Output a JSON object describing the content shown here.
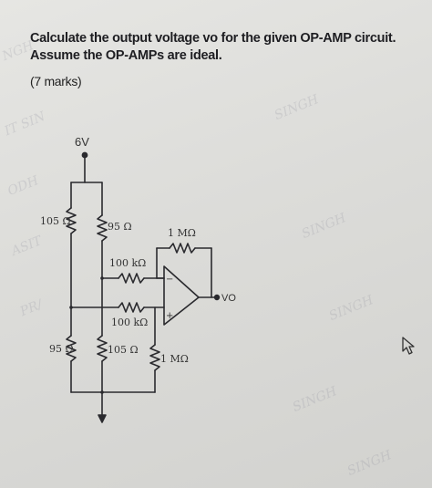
{
  "question": {
    "text": "Calculate the output voltage vo for the given OP-AMP circuit. Assume the OP-AMPs are ideal.",
    "marks": "(7 marks)"
  },
  "circuit": {
    "supply_label": "6V",
    "r_left_top": "105 Ω",
    "r_left_bottom": "95 Ω",
    "r_mid_top": "95 Ω",
    "r_mid_bottom": "105 Ω",
    "r_in_top": "100 kΩ",
    "r_in_bottom": "100 kΩ",
    "r_feedback": "1 MΩ",
    "r_ground": "1 MΩ",
    "minus_sign": "−",
    "plus_sign": "+",
    "output_label": "VO"
  },
  "icons": {
    "cursor": "mouse-pointer-icon"
  },
  "colors": {
    "ink": "#2a2a2e",
    "paper": "#dedede"
  }
}
